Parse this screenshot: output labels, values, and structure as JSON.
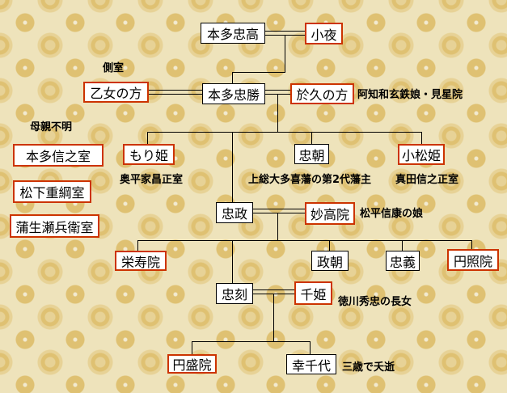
{
  "diagram": {
    "type": "family-tree",
    "subject": "Honda clan genealogy",
    "labels": {
      "concubine": "側室",
      "mother_unknown": "母親不明"
    },
    "people": {
      "tadataka": "本多忠高",
      "sayo": "小夜",
      "otome": "乙女の方",
      "tadakatsu": "本多忠勝",
      "okyu": "於久の方",
      "morihime": "もり姫",
      "tadatomo": "忠朝",
      "komatsuhime": "小松姫",
      "honda_nobuyuki_wife": "本多信之室",
      "matsushita_shigetsuna_wife": "松下重綱室",
      "gamo_sehyoe_wife": "蒲生瀬兵衛室",
      "tadamasa": "忠政",
      "myokoin": "妙高院",
      "eijuin": "栄寿院",
      "masatomo": "政朝",
      "tadayoshi": "忠義",
      "enshoin": "円照院",
      "tadatoki": "忠刻",
      "senhime": "千姫",
      "enseiin": "円盛院",
      "kochiyo": "幸千代"
    },
    "annotations": {
      "okyu_note": "阿知和玄鉄娘・見星院",
      "morihime_note": "奥平家昌正室",
      "tadatomo_note": "上総大多喜藩の第2代藩主",
      "komatsuhime_note": "真田信之正室",
      "myokoin_note": "松平信康の娘",
      "senhime_note": "徳川秀忠の長女",
      "kochiyo_note": "三歳で夭逝"
    },
    "colors": {
      "female_box_border": "#cc3300",
      "male_box_border": "#000000",
      "box_fill": "#ffffff",
      "connector_line": "#000000",
      "text": "#000000",
      "background_base": "#eee3bb",
      "background_motif": "#dfc172"
    }
  }
}
